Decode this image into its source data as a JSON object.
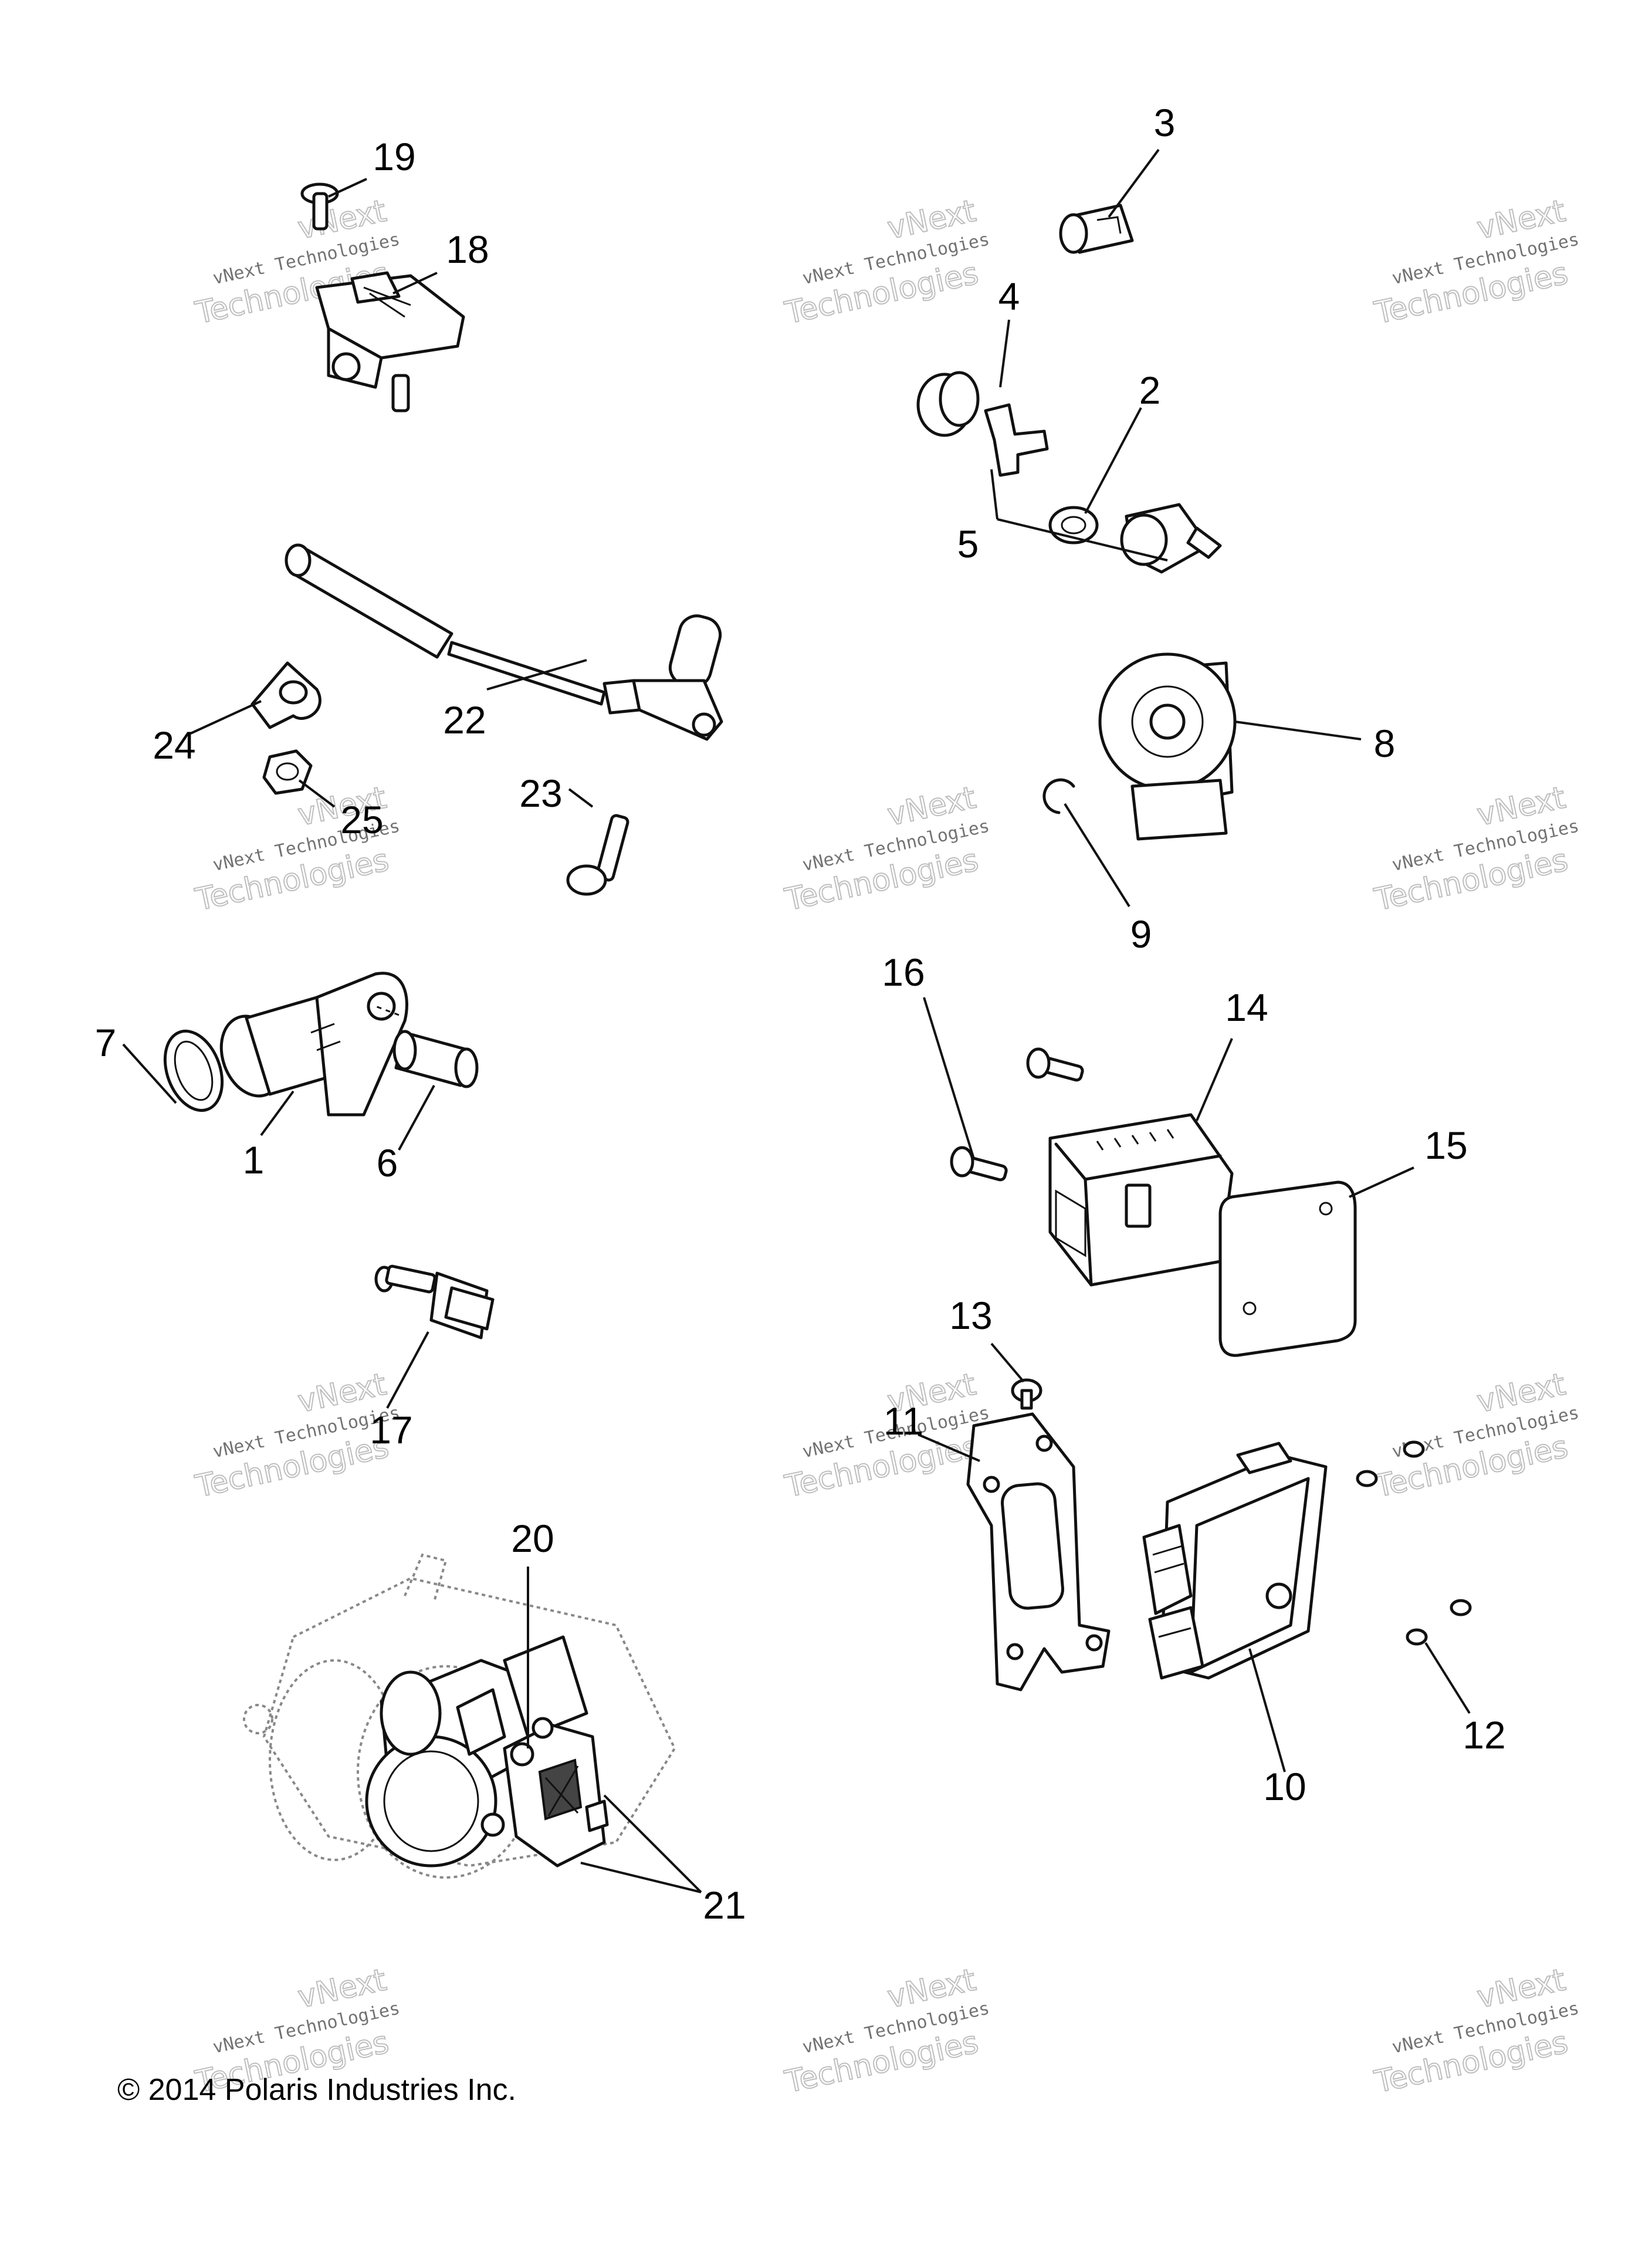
{
  "copyright": "© 2014 Polaris Industries Inc.",
  "watermark": {
    "line1": "vNext",
    "line2": "vNext Technologies",
    "line3": "Technologies"
  },
  "callouts": [
    "1",
    "2",
    "3",
    "4",
    "5",
    "6",
    "7",
    "8",
    "9",
    "10",
    "11",
    "12",
    "13",
    "14",
    "15",
    "16",
    "17",
    "18",
    "19",
    "20",
    "21",
    "22",
    "23",
    "24",
    "25"
  ]
}
